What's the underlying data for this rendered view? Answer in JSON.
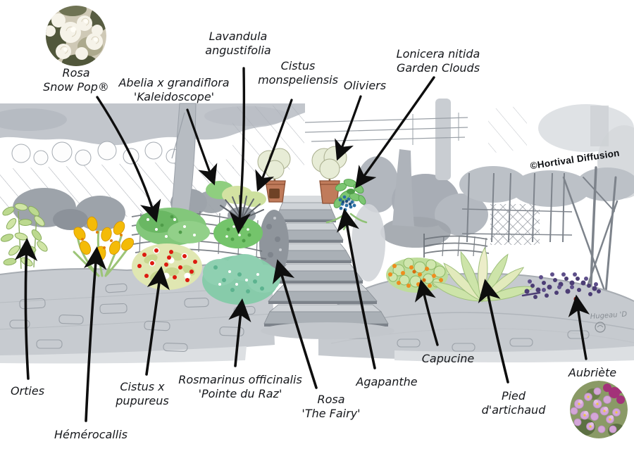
{
  "watermark": {
    "text": "©Hortival Diffusion"
  },
  "signature": {
    "text": "Hugeau 'D"
  },
  "labels": {
    "rosa_snow_pop": {
      "line1": "Rosa",
      "line2": "Snow Pop®"
    },
    "abelia": {
      "line1": "Abelia x grandiflora",
      "line2": "'Kaleidoscope'"
    },
    "lavandula": {
      "line1": "Lavandula",
      "line2": "angustifolia"
    },
    "cistus_monspeliensis": {
      "line1": "Cistus",
      "line2": "monspeliensis"
    },
    "oliviers": {
      "line1": "Oliviers"
    },
    "lonicera": {
      "line1": "Lonicera nitida",
      "line2": "Garden Clouds"
    },
    "orties": {
      "line1": "Orties"
    },
    "hemerocallis": {
      "line1": "Hémérocallis"
    },
    "cistus_pupureus": {
      "line1": "Cistus x",
      "line2": "pupureus"
    },
    "rosmarinus": {
      "line1": "Rosmarinus officinalis",
      "line2": "'Pointe du Raz'"
    },
    "rosa_the_fairy": {
      "line1": "Rosa",
      "line2": "'The Fairy'"
    },
    "agapanthe": {
      "line1": "Agapanthe"
    },
    "capucine": {
      "line1": "Capucine"
    },
    "pied_artichaud": {
      "line1": "Pied",
      "line2": "d'artichaud"
    },
    "aubriete": {
      "line1": "Aubriète"
    }
  },
  "photos": {
    "rosa_snow_pop": {
      "description": "white rose cluster photo"
    },
    "aubriete": {
      "description": "pink aubrieta flowers photo"
    }
  },
  "colors": {
    "arrow": "#0e0e0e",
    "wash_gray": "#c5c9ce",
    "bush_green": "#83c77b",
    "teal_green": "#87cbaa",
    "flower_yellow": "#f4bb07",
    "dot_red": "#dd1b10",
    "dot_orange": "#ee8d1e",
    "aubrieta_purple": "#4c3d75",
    "agapanthe_blue": "#2b6fa2",
    "terracotta": "#bf7a5a"
  }
}
